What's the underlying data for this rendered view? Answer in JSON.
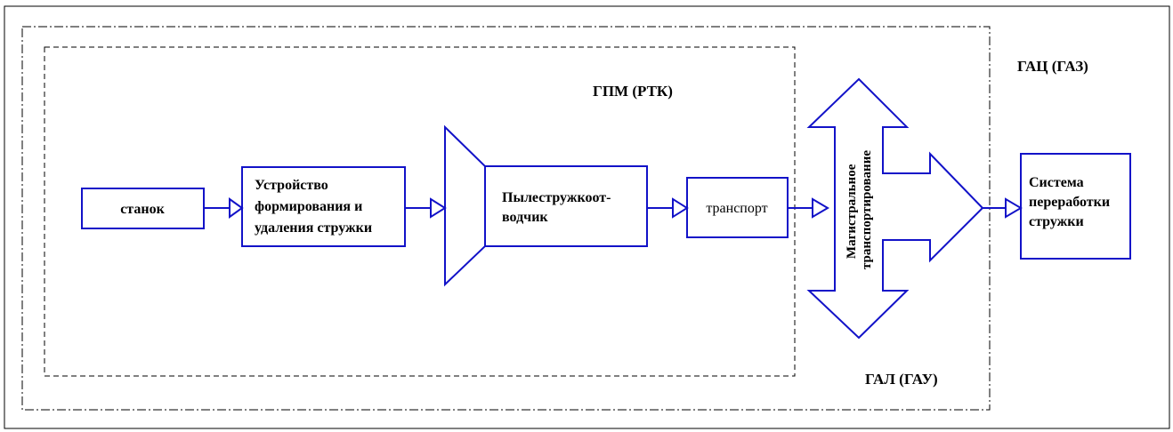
{
  "diagram": {
    "zones": {
      "gpm": "ГПМ (РТК)",
      "gal": "ГАЛ (ГАУ)",
      "gac": "ГАЦ (ГАЗ)"
    },
    "blocks": {
      "machine": "станок",
      "chip_device": [
        "Устройство",
        "формирования и",
        "удаления стружки"
      ],
      "chip_remover": [
        "Пылестружкоот-",
        "водчик"
      ],
      "transport": "транспорт",
      "trunk_transport": [
        "Магистральное",
        "транспортирование"
      ],
      "processing_system": [
        "Система",
        "переработки",
        "стружки"
      ]
    },
    "colors": {
      "stroke": "#1212c8",
      "text": "#000000",
      "frame": "#000000"
    }
  }
}
